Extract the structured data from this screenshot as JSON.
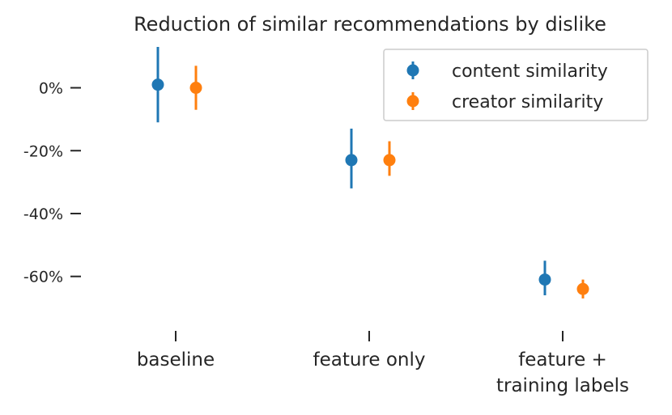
{
  "chart_data": {
    "type": "scatter",
    "title": "Reduction of similar recommendations by dislike",
    "xlabel": "",
    "ylabel": "",
    "categories": [
      {
        "lines": [
          "baseline"
        ]
      },
      {
        "lines": [
          "feature only"
        ]
      },
      {
        "lines": [
          "feature +",
          "training labels"
        ]
      }
    ],
    "yticks": [
      {
        "value": 0,
        "label": "0%"
      },
      {
        "value": -20,
        "label": "-20%"
      },
      {
        "value": -40,
        "label": "-40%"
      },
      {
        "value": -60,
        "label": "-60%"
      }
    ],
    "ylim": [
      -75,
      13
    ],
    "series": [
      {
        "name": "content similarity",
        "color": "#1f77b4",
        "values": [
          1,
          -23,
          -61
        ],
        "lower": [
          -11,
          -32,
          -66
        ],
        "upper": [
          13,
          -13,
          -55
        ]
      },
      {
        "name": "creator similarity",
        "color": "#ff7f0e",
        "values": [
          0,
          -23,
          -64
        ],
        "lower": [
          -7,
          -28,
          -67
        ],
        "upper": [
          7,
          -17,
          -61
        ]
      }
    ],
    "grid": false,
    "legend": "top-right",
    "errorbars": true
  }
}
